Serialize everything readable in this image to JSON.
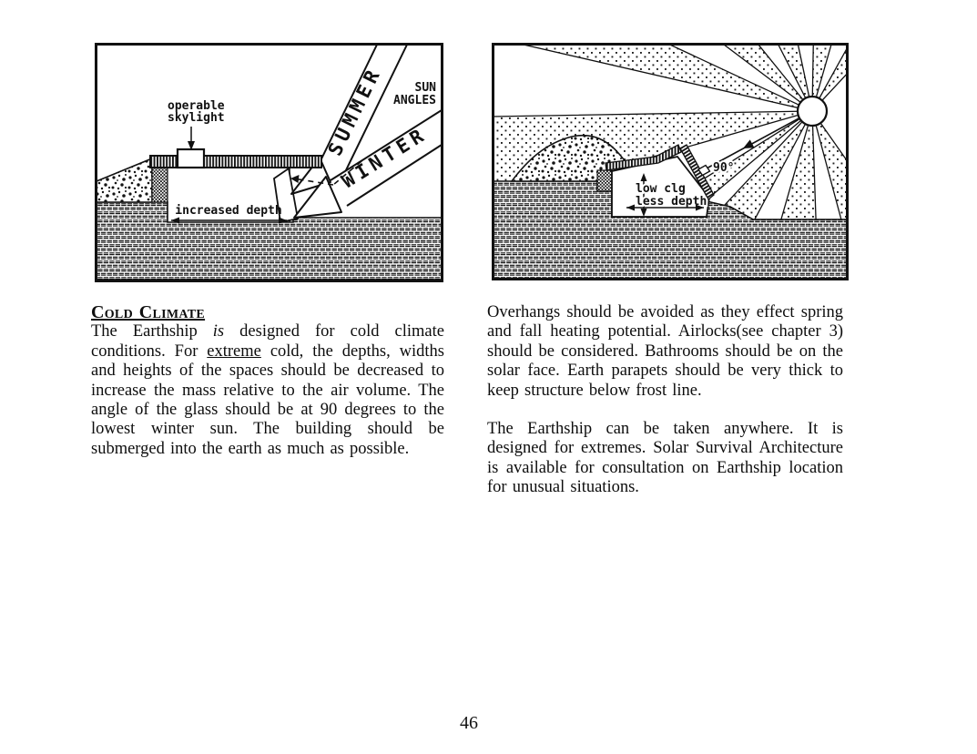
{
  "page": {
    "number": "46"
  },
  "diagram_left": {
    "label_operable_line1": "operable",
    "label_operable_line2": "skylight",
    "label_summer": "SUMMER",
    "label_winter": "WINTER",
    "label_sun_line1": "SUN",
    "label_sun_line2": "ANGLES",
    "label_increased_depth": "increased depth"
  },
  "diagram_right": {
    "label_low_clg": "low clg",
    "label_less_depth": "less depth",
    "label_angle": "90°"
  },
  "left_column": {
    "heading": "Cold Climate",
    "para_seg1": "The Earthship ",
    "para_seg2": "is",
    "para_seg3": " designed for cold climate conditions.  For ",
    "para_seg4": "extreme",
    "para_seg5": " cold, the depths, widths and heights of the spaces should be decreased to increase the mass relative to the air volume. The angle of the glass should be at 90 degrees to the lowest winter sun.  The building should be submerged into the earth as much as possible."
  },
  "right_column": {
    "para1": "Overhangs should be avoided as they effect spring and fall heating potential.  Airlocks(see chapter 3) should be considered.  Bathrooms should be on the solar face.  Earth parapets should be very thick to keep structure below frost line.",
    "para2": "The Earthship can be taken anywhere.  It is designed for extremes.  Solar Survival Architecture is available for consultation on Earthship location for unusual situations."
  }
}
